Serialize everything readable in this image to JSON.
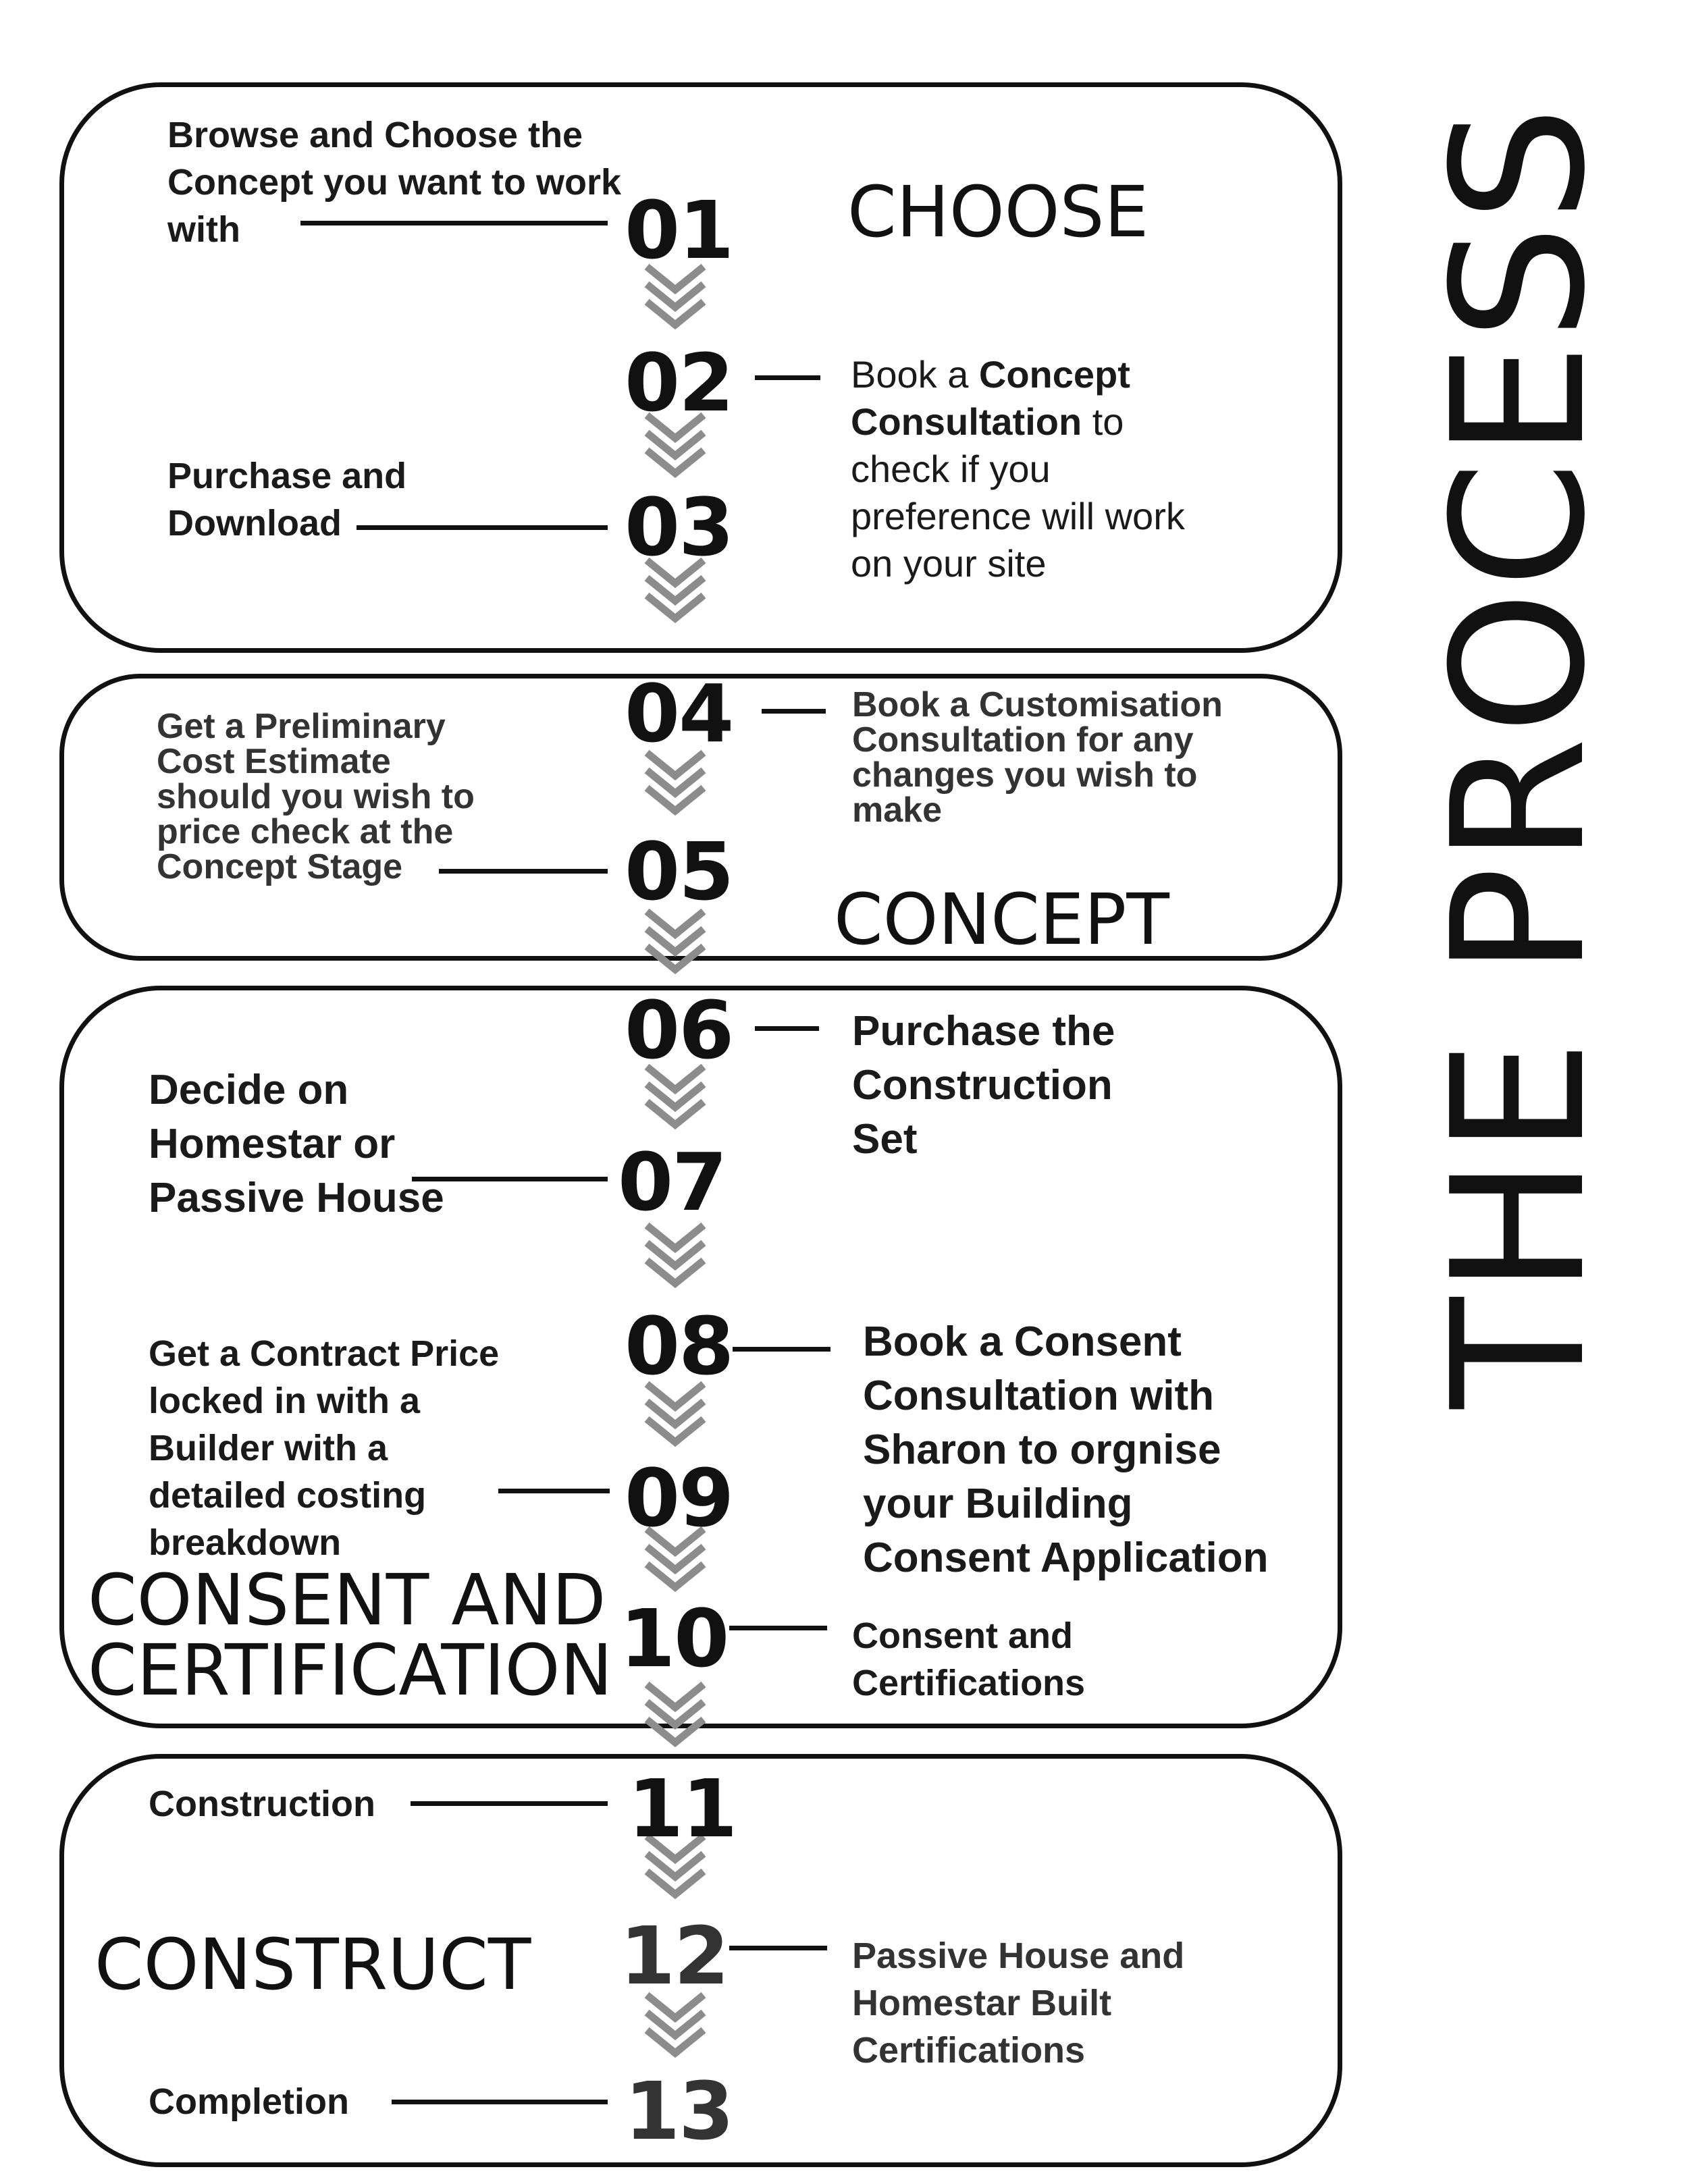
{
  "title": "THE PROCESS",
  "stages": [
    {
      "label": "CHOOSE"
    },
    {
      "label": "CONCEPT"
    },
    {
      "label_line1": "CONSENT AND",
      "label_line2": "CERTIFICATION"
    },
    {
      "label": "CONSTRUCT"
    }
  ],
  "steps": {
    "s01": {
      "num": "01",
      "text_l1": "Browse and Choose the",
      "text_l2": "Concept you want to work",
      "text_l3": "with"
    },
    "s02": {
      "num": "02",
      "text_a": "Book a ",
      "text_b": "Concept",
      "text_c": "Consultation",
      "text_d": " to",
      "text_e": "check if you",
      "text_f": "preference will work",
      "text_g": "on your site"
    },
    "s03": {
      "num": "03",
      "text_l1": "Purchase and",
      "text_l2": "Download"
    },
    "s04": {
      "num": "04",
      "text_l1": "Book a Customisation",
      "text_l2": "Consultation for any",
      "text_l3": "changes you wish to",
      "text_l4": "make"
    },
    "s05": {
      "num": "05",
      "text_l1": "Get a Preliminary",
      "text_l2": "Cost Estimate",
      "text_l3": "should you wish to",
      "text_l4": "price check at the",
      "text_l5": "Concept Stage"
    },
    "s06": {
      "num": "06",
      "text_l1": "Purchase the",
      "text_l2": "Construction",
      "text_l3": "Set"
    },
    "s07": {
      "num": "07",
      "text_l1": "Decide on",
      "text_l2": "Homestar or",
      "text_l3": "Passive House"
    },
    "s08": {
      "num": "08",
      "text_l1": "Book a Consent",
      "text_l2": "Consultation with",
      "text_l3": "Sharon to orgnise",
      "text_l4": "your Building",
      "text_l5": "Consent Application"
    },
    "s09": {
      "num": "09",
      "text_l1": "Get a Contract Price",
      "text_l2": "locked in with a",
      "text_l3": "Builder with a",
      "text_l4": "detailed costing",
      "text_l5": "breakdown"
    },
    "s10": {
      "num": "10",
      "text_l1": "Consent and",
      "text_l2": "Certifications"
    },
    "s11": {
      "num": "11",
      "text_l1": "Construction"
    },
    "s12": {
      "num": "12",
      "text_l1": "Passive House and",
      "text_l2": "Homestar Built",
      "text_l3": "Certifications"
    },
    "s13": {
      "num": "13",
      "text_l1": "Completion"
    }
  },
  "colors": {
    "ink": "#111111",
    "chevron": "#8c8c8c",
    "background": "#ffffff"
  }
}
